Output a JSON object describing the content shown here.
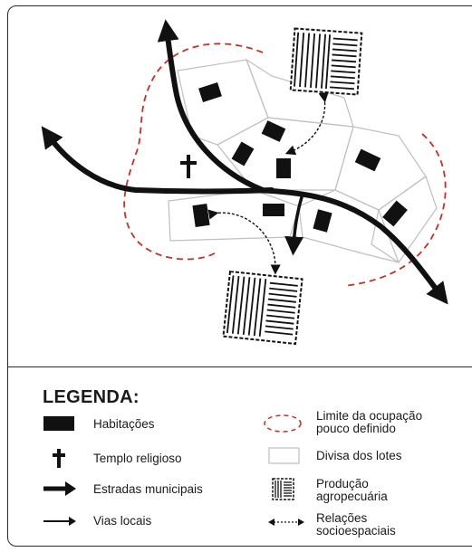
{
  "legend": {
    "title": "LEGENDA:",
    "items": {
      "habitacoes": "Habitações",
      "templo": "Templo religioso",
      "estradas": "Estradas municipais",
      "vias": "Vias locais",
      "limite_line1": "Limite da ocupação",
      "limite_line2": "pouco definido",
      "divisa": "Divisa dos lotes",
      "producao_line1": "Produção",
      "producao_line2": "agropecuária",
      "relacoes_line1": "Relações",
      "relacoes_line2": "socioespaciais"
    }
  },
  "colors": {
    "ink": "#111111",
    "boundary": "#d42a1e",
    "lot_line": "#bfbfbf"
  }
}
